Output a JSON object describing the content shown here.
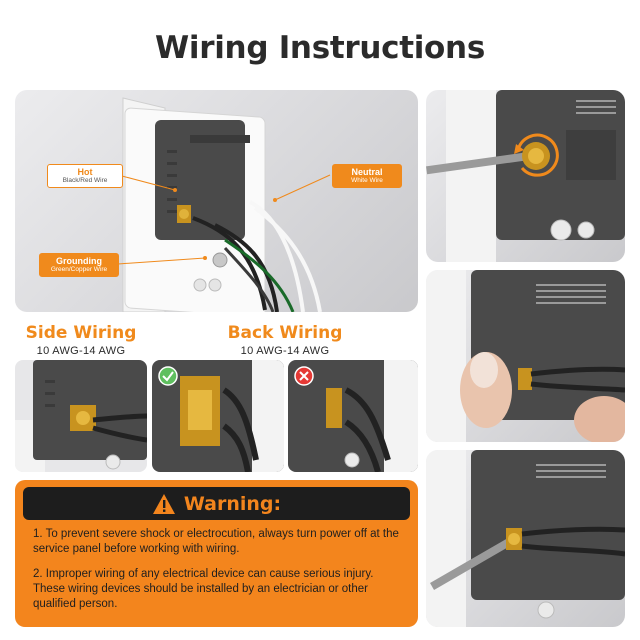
{
  "title": "Wiring Instructions",
  "main_callouts": {
    "hot": {
      "title": "Hot",
      "sub": "Black/Red Wire"
    },
    "neutral": {
      "title": "Neutral",
      "sub": "White Wire"
    },
    "grounding": {
      "title": "Grounding",
      "sub": "Green/Copper Wire"
    }
  },
  "side_wiring": {
    "title": "Side Wiring",
    "gauge": "10 AWG-14 AWG"
  },
  "back_wiring": {
    "title": "Back Wiring",
    "gauge": "10 AWG-14 AWG"
  },
  "warning": {
    "heading": "Warning:",
    "items": [
      "1. To prevent severe shock or electrocution, always turn power off at the service panel before working with wiring.",
      "2. Improper wiring of any electrical device can cause serious injury. These wiring devices should be installed by an electrician or other qualified person."
    ]
  },
  "colors": {
    "accent": "#f08a1c",
    "dark": "#1d1d1d",
    "ok": "#4caf50",
    "bad": "#e53935"
  }
}
